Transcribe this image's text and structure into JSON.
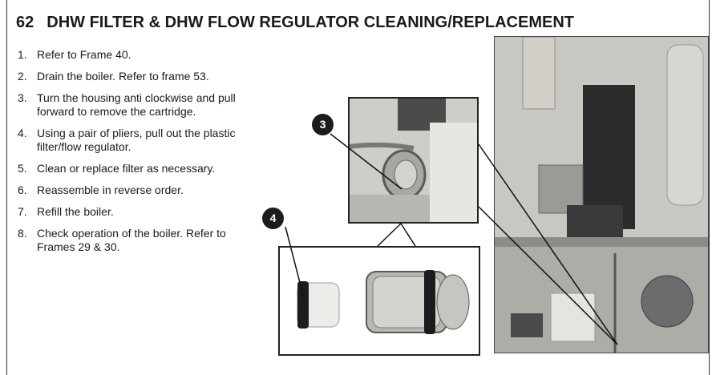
{
  "frame": {
    "number": "62",
    "title": "DHW FILTER & DHW FLOW REGULATOR CLEANING/REPLACEMENT"
  },
  "steps": [
    {
      "n": "1.",
      "text": "Refer to Frame 40."
    },
    {
      "n": "2.",
      "text": "Drain the boiler. Refer to frame 53."
    },
    {
      "n": "3.",
      "text": "Turn the housing anti clockwise and pull forward to remove the cartridge."
    },
    {
      "n": "4.",
      "text": "Using a pair of pliers, pull out the plastic filter/flow regulator."
    },
    {
      "n": "5.",
      "text": "Clean or replace filter as necessary."
    },
    {
      "n": "6.",
      "text": "Reassemble in reverse order."
    },
    {
      "n": "7.",
      "text": "Refill the boiler."
    },
    {
      "n": "8.",
      "text": "Check operation of the boiler. Refer to Frames 29 & 30."
    }
  ],
  "callouts": [
    "3",
    "4"
  ]
}
